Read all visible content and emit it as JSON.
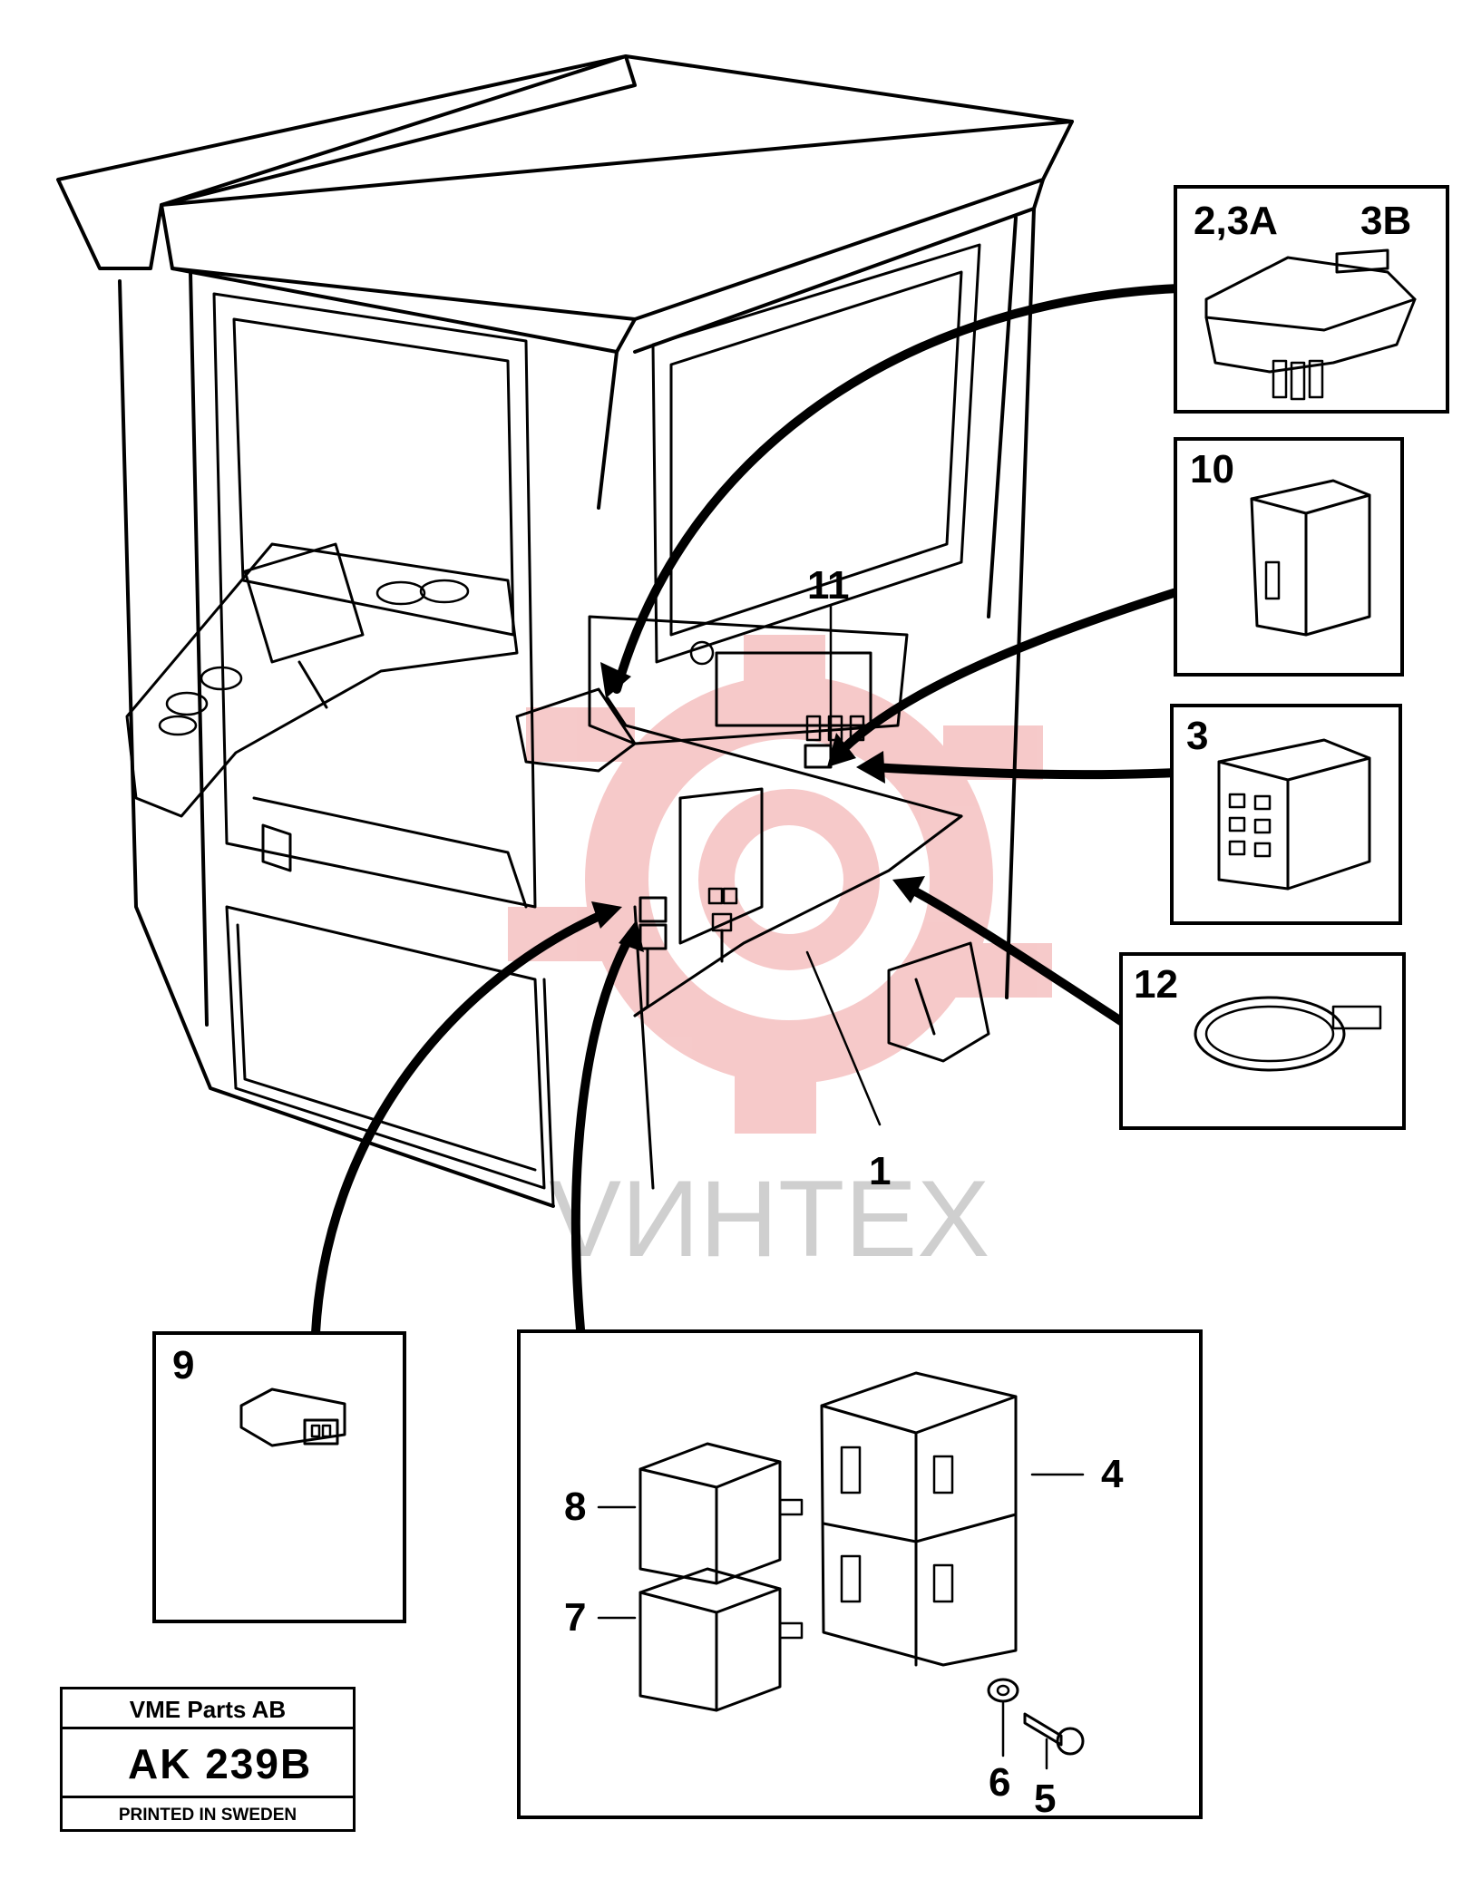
{
  "watermark": {
    "text": "VИНТЕХ",
    "color": "#e04040"
  },
  "callouts": {
    "c1": "1",
    "c3": "3",
    "c4": "4",
    "c5": "5",
    "c6": "6",
    "c7": "7",
    "c8": "8",
    "c9": "9",
    "c10": "10",
    "c11": "11",
    "c12": "12",
    "c23a": "2,3A",
    "c3b": "3B"
  },
  "title_block": {
    "company": "VME Parts AB",
    "code": "AK 239B",
    "printed": "PRINTED IN SWEDEN"
  }
}
